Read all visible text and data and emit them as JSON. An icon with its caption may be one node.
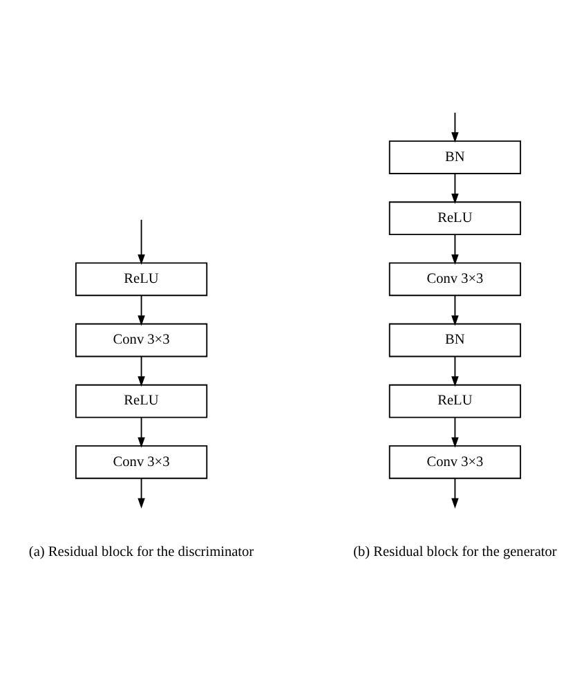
{
  "diagram": {
    "nodes": [
      {
        "text": [
          "ReLU"
        ]
      },
      {
        "text": [
          "Conv 3×3"
        ]
      },
      {
        "text": [
          "ReLU"
        ]
      },
      {
        "text": [
          "Conv 3×3"
        ]
      },
      {
        "text": [
          "BN"
        ]
      },
      {
        "text": [
          "ReLU"
        ]
      },
      {
        "text": [
          "Conv 3×3"
        ]
      },
      {
        "text": [
          "BN"
        ]
      },
      {
        "text": [
          "ReLU"
        ]
      },
      {
        "text": [
          "Conv 3×3"
        ]
      }
    ],
    "edges": [
      {
        "from": null,
        "to": 0,
        "arrow": "to"
      },
      {
        "from": 0,
        "to": 1,
        "arrow": "to"
      },
      {
        "from": 1,
        "to": 2,
        "arrow": "to"
      },
      {
        "from": 2,
        "to": 3,
        "arrow": "to"
      },
      {
        "from": 3,
        "to": null,
        "arrow": "to"
      },
      {
        "from": null,
        "to": 4,
        "arrow": "to"
      },
      {
        "from": 4,
        "to": 5,
        "arrow": "to"
      },
      {
        "from": 5,
        "to": 6,
        "arrow": "to"
      },
      {
        "from": 6,
        "to": 7,
        "arrow": "to"
      },
      {
        "from": 7,
        "to": 8,
        "arrow": "to"
      },
      {
        "from": 8,
        "to": 9,
        "arrow": "to"
      },
      {
        "from": 9,
        "to": null,
        "arrow": "to"
      }
    ],
    "labels": [
      "(a) Residual block for the discriminator",
      "(b) Residual block for the generator"
    ]
  }
}
